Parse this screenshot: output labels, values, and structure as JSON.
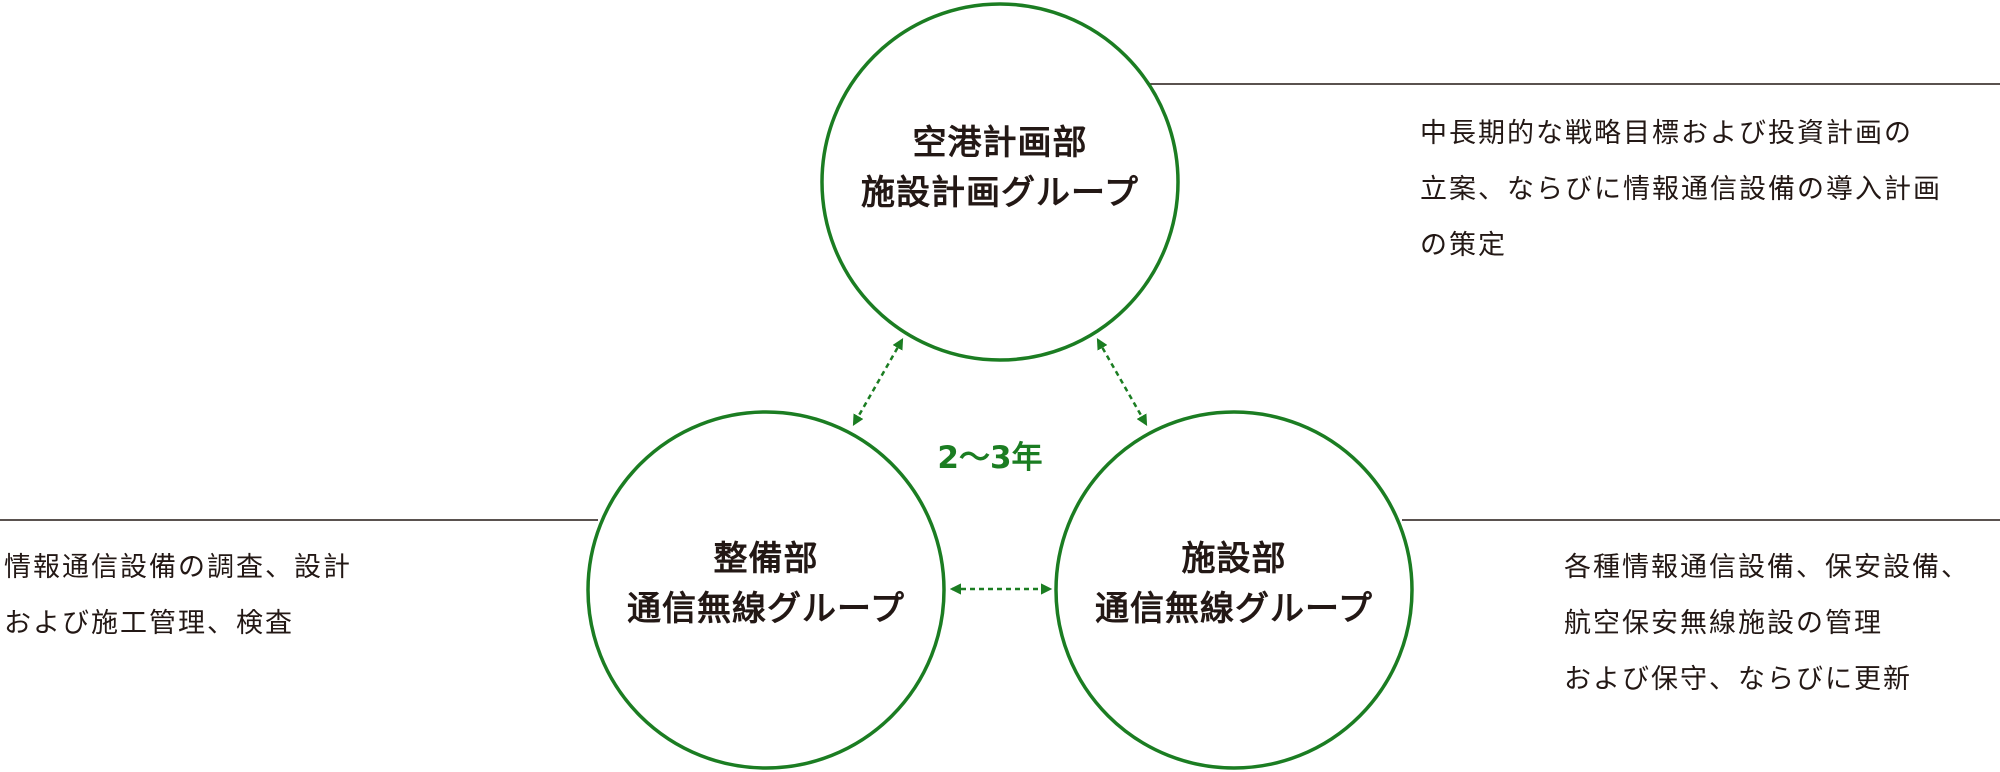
{
  "colors": {
    "accent": "#1b7d22",
    "line": "#231815",
    "text": "#231815"
  },
  "groups": {
    "top": {
      "line1": "空港計画部",
      "line2": "施設計画グループ",
      "description": [
        "中長期的な戦略目標および投資計画の",
        "立案、ならびに情報通信設備の導入計画",
        "の策定"
      ]
    },
    "left": {
      "line1": "整備部",
      "line2": "通信無線グループ",
      "description": [
        "情報通信設備の調査、設計",
        "および施工管理、検査"
      ]
    },
    "right": {
      "line1": "施設部",
      "line2": "通信無線グループ",
      "description": [
        "各種情報通信設備、保安設備、",
        "航空保安無線施設の管理",
        "および保守、ならびに更新"
      ]
    }
  },
  "rotation_period": "2〜3年"
}
